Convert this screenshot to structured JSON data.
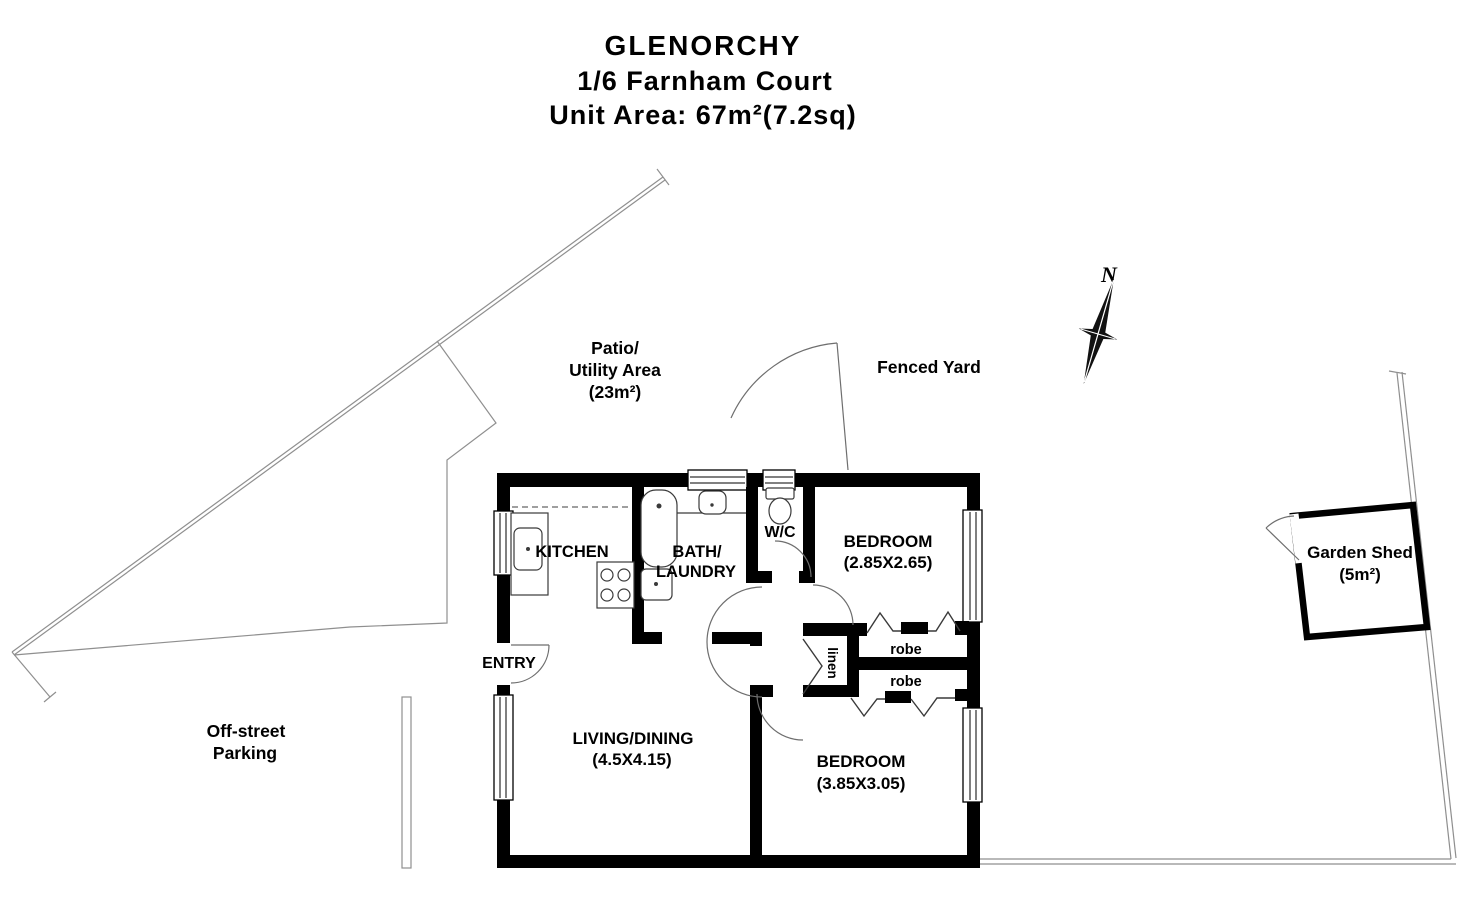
{
  "title": {
    "property": "GLENORCHY",
    "address": "1/6 Farnham Court",
    "area": "Unit Area: 67m²(7.2sq)"
  },
  "site": {
    "patio_line1": "Patio/",
    "patio_line2": "Utility Area",
    "patio_line3": "(23m²)",
    "fenced_yard": "Fenced Yard",
    "parking_line1": "Off-street",
    "parking_line2": "Parking",
    "shed_line1": "Garden Shed",
    "shed_line2": "(5m²)",
    "compass": "N"
  },
  "rooms": {
    "kitchen": "KITCHEN",
    "bath_line1": "BATH/",
    "bath_line2": "LAUNDRY",
    "wc": "W/C",
    "bed1_line1": "BEDROOM",
    "bed1_line2": "(2.85X2.65)",
    "bed2_line1": "BEDROOM",
    "bed2_line2": "(3.85X3.05)",
    "living_line1": "LIVING/DINING",
    "living_line2": "(4.5X4.15)",
    "entry": "ENTRY",
    "robe_top": "robe",
    "robe_bottom": "robe",
    "linen": "linen"
  },
  "colors": {
    "walls": "#000000",
    "site_lines": "#8f8f8f",
    "background": "#ffffff"
  }
}
